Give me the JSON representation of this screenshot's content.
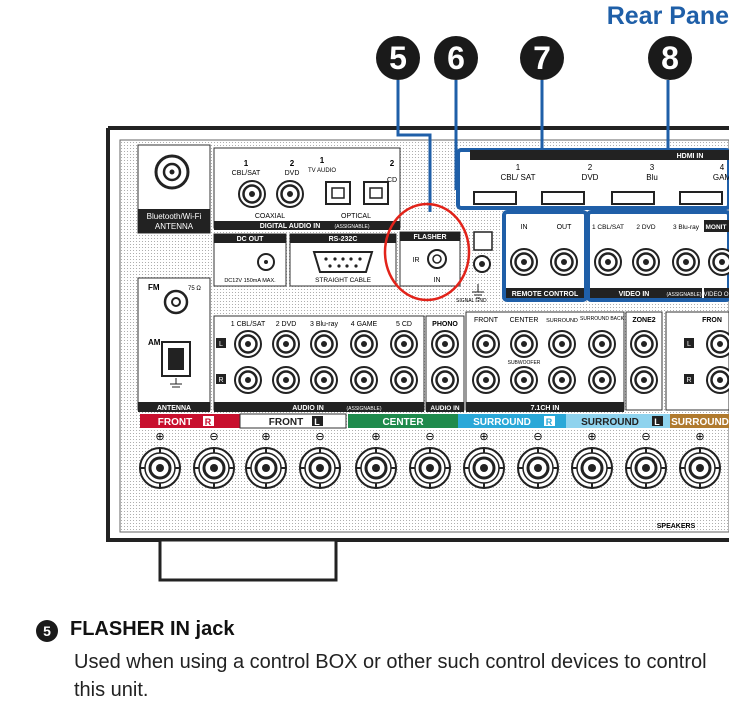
{
  "header": {
    "title": "Rear Pane"
  },
  "callouts": [
    {
      "number": "5"
    },
    {
      "number": "6"
    },
    {
      "number": "7"
    },
    {
      "number": "8"
    }
  ],
  "panel": {
    "antenna": {
      "bluetooth": "Bluetooth/Wi-Fi",
      "label": "ANTENNA"
    },
    "digital_audio": {
      "title": "DIGITAL AUDIO IN",
      "assign": "(ASSIGNABLE)",
      "coaxial": "COAXIAL",
      "optical": "OPTICAL",
      "jacks": [
        {
          "num": "1",
          "name": "CBL/SAT"
        },
        {
          "num": "2",
          "name": "DVD"
        },
        {
          "num": "1",
          "name": "TV AUDIO"
        },
        {
          "num": "2",
          "name": "CD"
        }
      ]
    },
    "dc_out": {
      "label": "DC OUT",
      "spec": "DC12V 150mA MAX."
    },
    "rs232c": {
      "label": "RS-232C",
      "cable": "STRAIGHT CABLE"
    },
    "flasher": {
      "label": "FLASHER",
      "ir": "IR",
      "in": "IN"
    },
    "signal_gnd": "SIGNAL GND",
    "remote_control": {
      "label": "REMOTE CONTROL",
      "in": "IN",
      "out": "OUT"
    },
    "hdmi": {
      "label": "HDMI IN",
      "inputs": [
        {
          "num": "1",
          "name": "CBL/ SAT"
        },
        {
          "num": "2",
          "name": "DVD"
        },
        {
          "num": "3",
          "name": "Blu"
        },
        {
          "num": "4",
          "name": "GAM"
        }
      ]
    },
    "video_in": {
      "label": "VIDEO IN",
      "assign": "(ASSIGNABLE)",
      "inputs": [
        "1 CBL/SAT",
        "2 DVD",
        "3 Blu-ray"
      ],
      "monitor": "MONIT",
      "video_out": "VIDEO O"
    },
    "fm": {
      "label": "FM",
      "ohm": "75 Ω"
    },
    "am": "AM",
    "antenna_bottom": "ANTENNA",
    "audio_in": {
      "label": "AUDIO IN",
      "assign": "(ASSIGNABLE)",
      "inputs": [
        "1 CBL/SAT",
        "2 DVD",
        "3 Blu-ray",
        "4 GAME",
        "5 CD"
      ]
    },
    "phono": {
      "label": "PHONO",
      "footer": "AUDIO IN"
    },
    "ch71": {
      "label": "7.1CH IN",
      "front": "FRONT",
      "center": "CENTER",
      "surround": "SURROUND",
      "surround_back": "SURROUND BACK",
      "subwoofer": "SUBWOOFER"
    },
    "zone2": "ZONE2",
    "front_partial": "FRON",
    "lr": {
      "l": "L",
      "r": "R"
    },
    "speakers": {
      "label": "SPEAKERS",
      "bands": [
        {
          "name": "FRONT",
          "side": "R",
          "color": "#c8102e"
        },
        {
          "name": "FRONT",
          "side": "L",
          "color": "#ffffff"
        },
        {
          "name": "CENTER",
          "side": "",
          "color": "#1f8a4c"
        },
        {
          "name": "SURROUND",
          "side": "R",
          "color": "#2aa8d8"
        },
        {
          "name": "SURROUND",
          "side": "L",
          "color": "#8fd3ee"
        },
        {
          "name": "SURROUND",
          "side": "",
          "color": "#b07a2e"
        }
      ]
    },
    "highlight_color": "#1f5fa8",
    "circle_color": "#e2231a"
  },
  "description": {
    "number": "5",
    "heading": "FLASHER IN jack",
    "body": "Used when using a control BOX or other such control devices to control this unit."
  }
}
